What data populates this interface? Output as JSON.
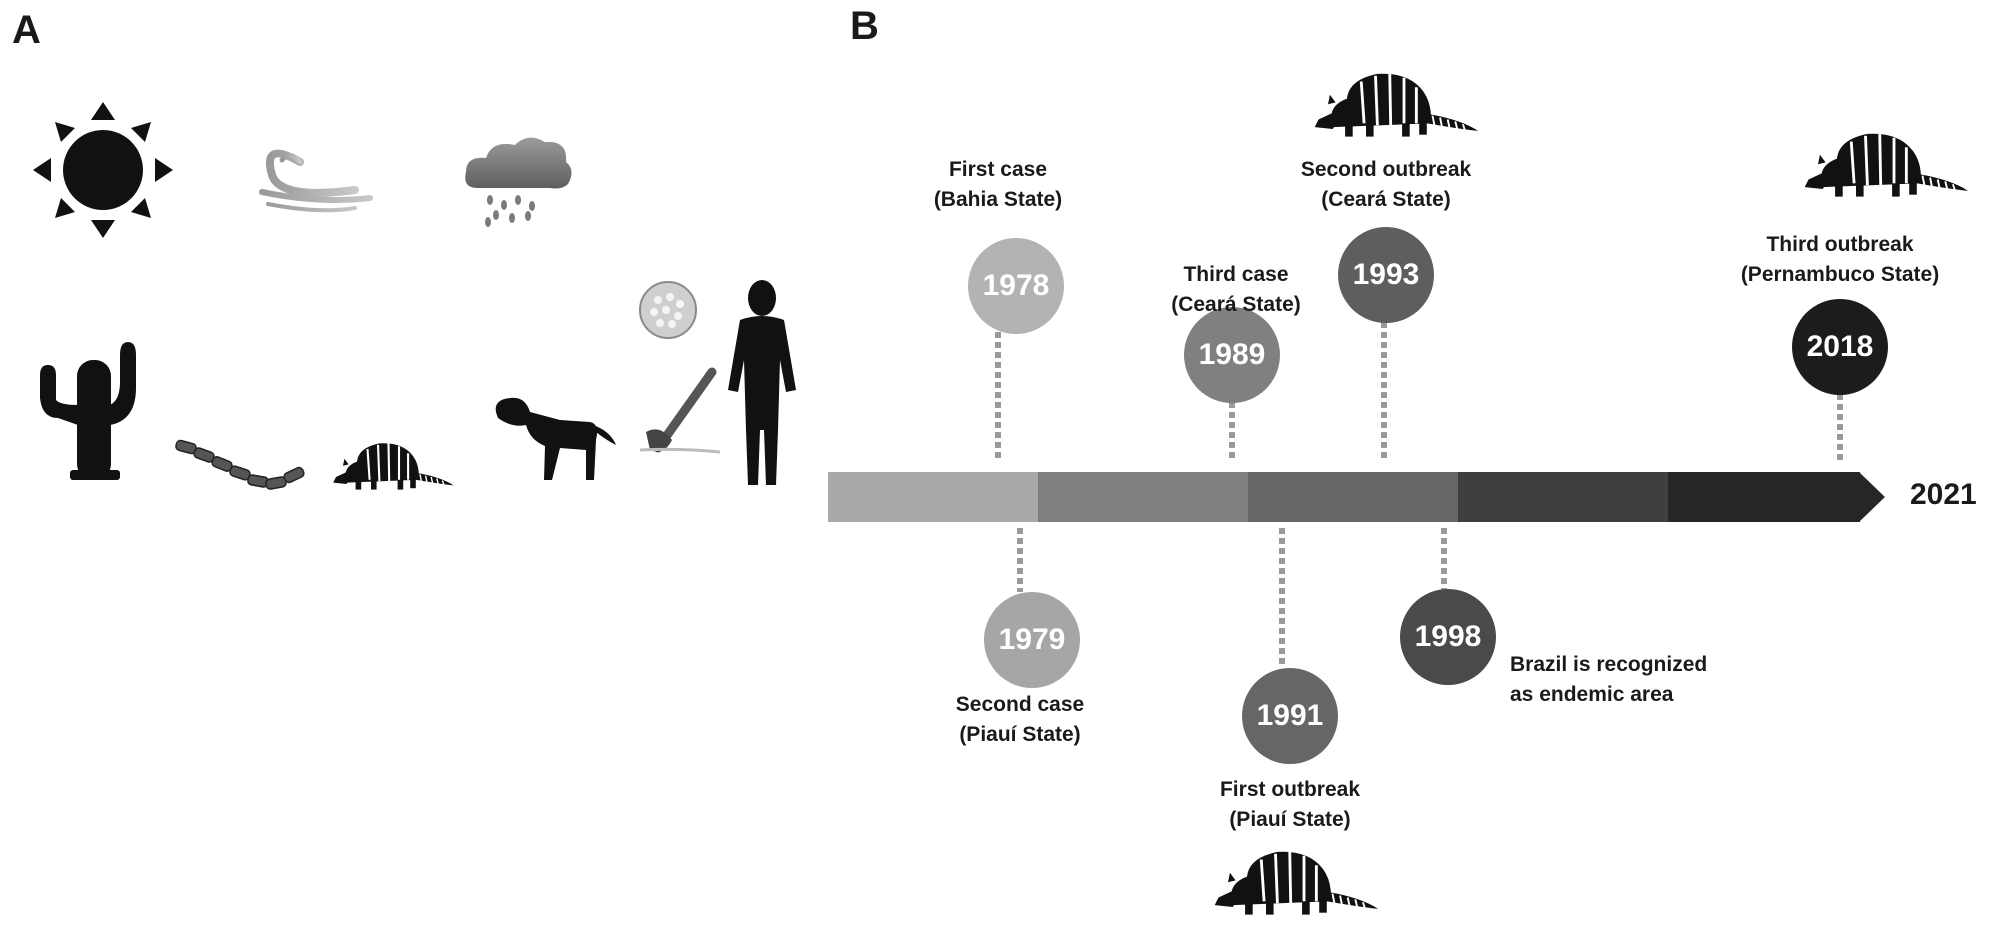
{
  "panels": {
    "a_label": "A",
    "b_label": "B"
  },
  "panel_a": {
    "climate_icons": [
      "sun-icon",
      "wind-icon",
      "rain-cloud-icon"
    ],
    "transmission_icons": [
      "cactus-icon",
      "insect-larvae-icon",
      "armadillo-icon",
      "dog-icon",
      "mosquito-egg-icon",
      "hoe-icon",
      "human-silhouette-icon"
    ]
  },
  "timeline": {
    "end_year": "2021",
    "segment_colors": [
      "#a9a9a9",
      "#7f7f7f",
      "#666666",
      "#3f3f3f",
      "#262626"
    ],
    "events": [
      {
        "year": "1978",
        "line1": "First case",
        "line2": "(Bahia State)",
        "color": "#b3b3b3",
        "position": "above"
      },
      {
        "year": "1979",
        "line1": "Second case",
        "line2": "(Piauí State)",
        "color": "#a6a6a6",
        "position": "below"
      },
      {
        "year": "1989",
        "line1": "Third case",
        "line2": "(Ceará State)",
        "color": "#808080",
        "position": "above"
      },
      {
        "year": "1991",
        "line1": "First outbreak",
        "line2": "(Piauí State)",
        "color": "#666666",
        "position": "below",
        "icon": "armadillo-icon"
      },
      {
        "year": "1993",
        "line1": "Second outbreak",
        "line2": "(Ceará State)",
        "color": "#5e5e5e",
        "position": "above",
        "icon": "armadillo-icon"
      },
      {
        "year": "1998",
        "line1": "Brazil is recognized",
        "line2": "as endemic area",
        "color": "#4a4a4a",
        "position": "below"
      },
      {
        "year": "2018",
        "line1": "Third outbreak",
        "line2": "(Pernambuco State)",
        "color": "#1c1c1c",
        "position": "above",
        "icon": "armadillo-icon"
      }
    ]
  }
}
